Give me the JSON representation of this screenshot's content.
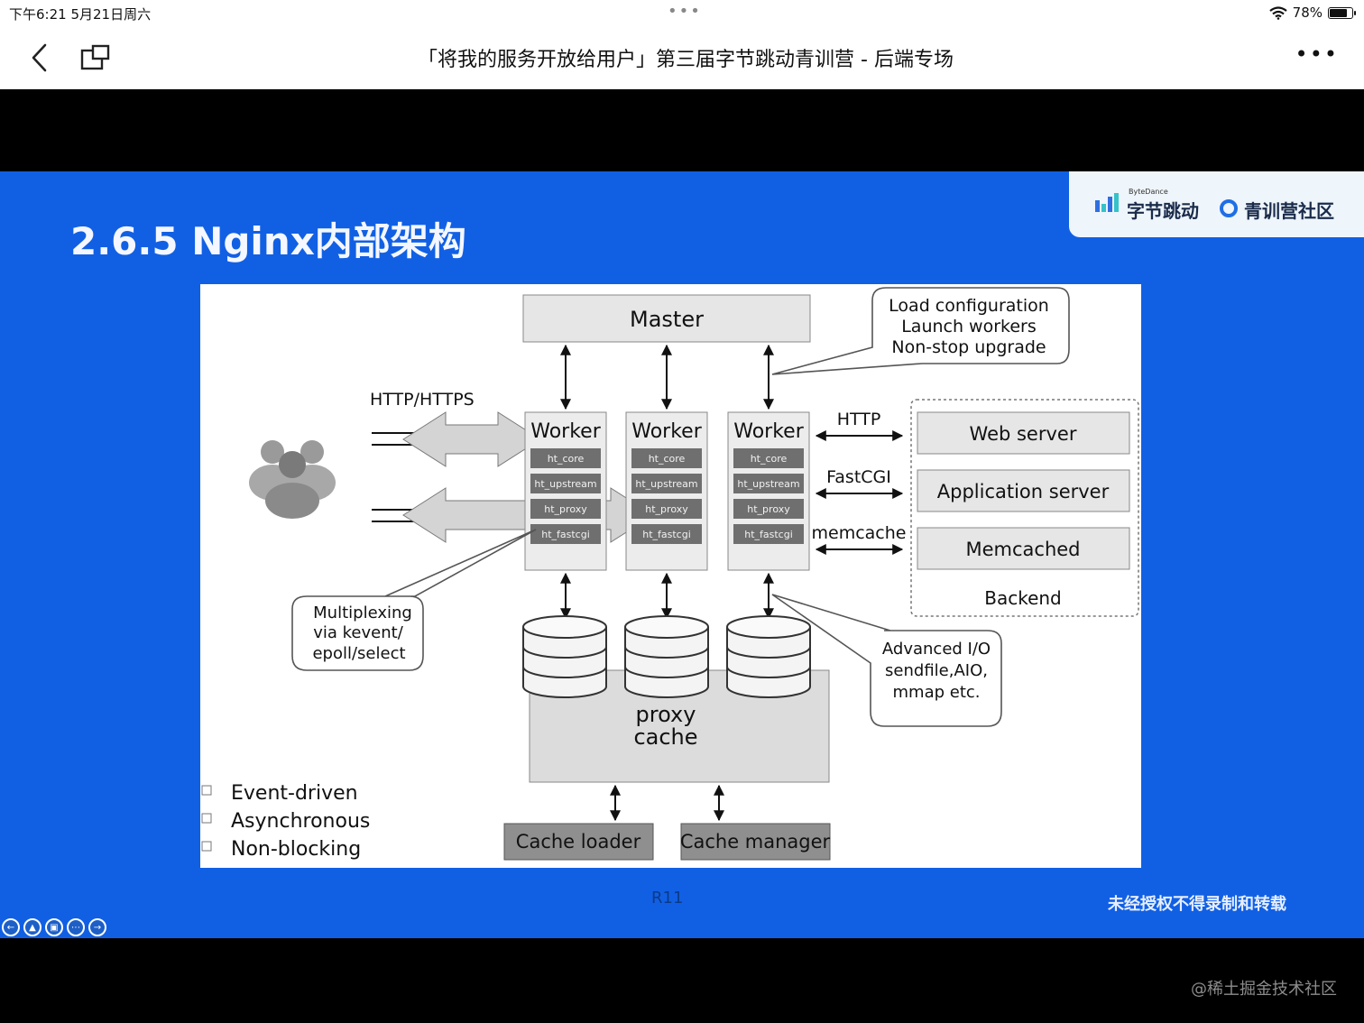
{
  "status_bar": {
    "time_date": "下午6:21   5月21日周六",
    "battery": "78%"
  },
  "nav": {
    "title": "「将我的服务开放给用户」第三届字节跳动青训营 - 后端专场"
  },
  "slide": {
    "title": "2.6.5 Nginx内部架构",
    "brand": {
      "small": "ByteDance",
      "name": "字节跳动",
      "community": "青训营社区"
    },
    "number": "R11",
    "copyright": "未经授权不得录制和转载"
  },
  "diagram": {
    "master": "Master",
    "master_callout": [
      "Load configuration",
      "Launch workers",
      "Non-stop upgrade"
    ],
    "client_protocol": "HTTP/HTTPS",
    "worker_label": "Worker",
    "modules": [
      "ht_core",
      "ht_upstream",
      "ht_proxy",
      "ht_fastcgi"
    ],
    "protocols": [
      "HTTP",
      "FastCGI",
      "memcache"
    ],
    "backends": [
      "Web server",
      "Application server",
      "Memcached"
    ],
    "backend_group": "Backend",
    "multiplex_callout": [
      "Multiplexing",
      "via kevent/",
      "epoll/select"
    ],
    "io_callout": [
      "Advanced I/O",
      "sendfile,AIO,",
      "mmap etc."
    ],
    "proxy_cache": [
      "proxy",
      "cache"
    ],
    "cache_loader": "Cache loader",
    "cache_manager": "Cache manager",
    "features": [
      "Event-driven",
      "Asynchronous",
      "Non-blocking"
    ]
  },
  "watermark": "@稀土掘金技术社区"
}
